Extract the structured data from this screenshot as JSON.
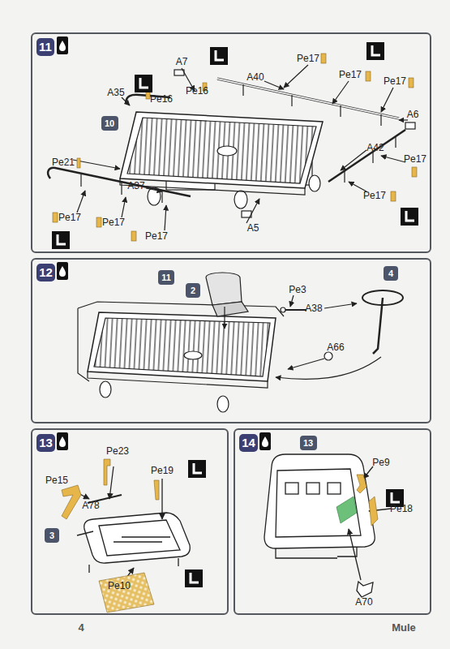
{
  "diagram": {
    "nodes": [
      {
        "text": [
          "11"
        ]
      },
      {
        "text": [
          "10"
        ],
        "in": 0
      },
      {
        "text": [
          "12"
        ]
      },
      {
        "text": [
          "2"
        ],
        "in": 2
      },
      {
        "text": [
          "11"
        ],
        "in": 2
      },
      {
        "text": [
          "4"
        ],
        "in": 2
      },
      {
        "text": [
          "13"
        ]
      },
      {
        "text": [
          "3"
        ],
        "in": 6
      },
      {
        "text": [
          "14"
        ]
      },
      {
        "text": [
          "13"
        ],
        "in": 8
      }
    ],
    "labels": [
      "A7",
      "A35",
      "Pe16",
      "Pe16",
      "A40",
      "Pe17",
      "Pe17",
      "Pe17",
      "A6",
      "A42",
      "Pe17",
      "Pe17",
      "Pe21",
      "A37",
      "Pe17",
      "Pe17",
      "Pe17",
      "A5",
      "Pe3",
      "A38",
      "A66",
      "Pe23",
      "Pe15",
      "Pe19",
      "A78",
      "Pe10",
      "Pe9",
      "Pe18",
      "A70",
      "4",
      "Mule"
    ]
  }
}
